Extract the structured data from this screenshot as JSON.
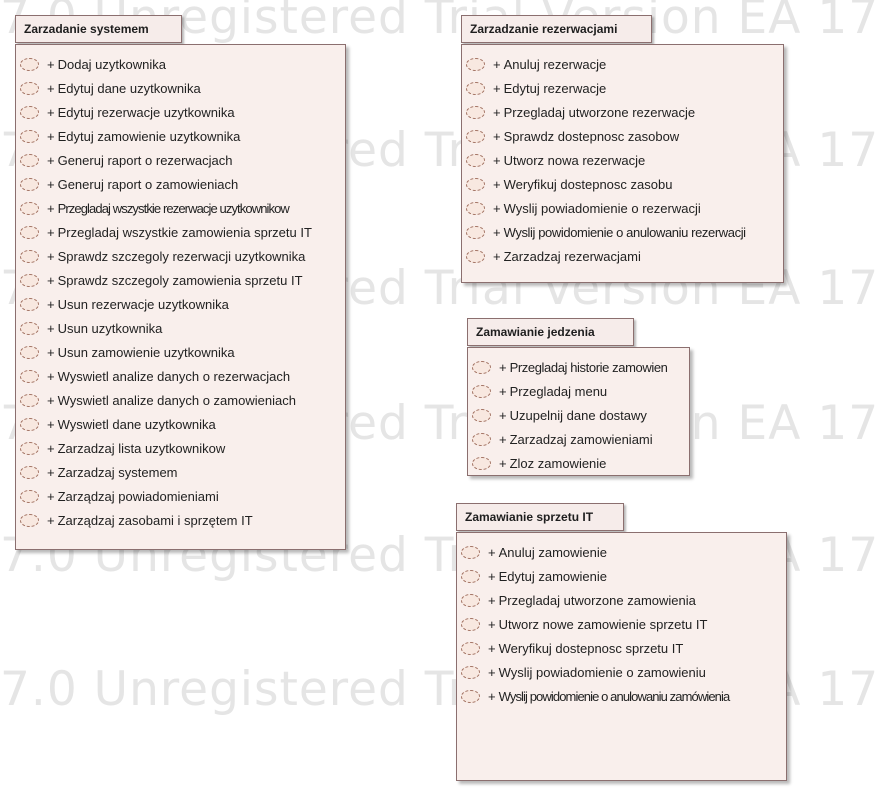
{
  "watermark": "7.0 Unregistered Trial Version EA 17",
  "packages": {
    "system": {
      "title": "Zarzadanie systemem",
      "items": [
        "Dodaj uzytkownika",
        "Edytuj dane uzytkownika",
        "Edytuj rezerwacje uzytkownika",
        "Edytuj zamowienie uzytkownika",
        "Generuj raport o rezerwacjach",
        "Generuj raport o zamowieniach",
        "Przegladaj wszystkie rezerwacje uzytkownikow",
        "Przegladaj wszystkie zamowienia sprzetu IT",
        "Sprawdz szczegoly rezerwacji uzytkownika",
        "Sprawdz szczegoly zamowienia sprzetu IT",
        "Usun rezerwacje uzytkownika",
        "Usun uzytkownika",
        "Usun zamowienie uzytkownika",
        "Wyswietl analize danych o rezerwacjach",
        "Wyswietl analize danych o zamowieniach",
        "Wyswietl dane uzytkownika",
        "Zarzadzaj lista uzytkownikow",
        "Zarzadzaj systemem",
        "Zarządzaj powiadomieniami",
        "Zarządzaj zasobami i sprzętem IT"
      ]
    },
    "reservations": {
      "title": "Zarzadzanie rezerwacjami",
      "items": [
        "Anuluj rezerwacje",
        "Edytuj rezerwacje",
        "Przegladaj utworzone rezerwacje",
        "Sprawdz dostepnosc zasobow",
        "Utworz nowa rezerwacje",
        "Weryfikuj dostepnosc zasobu",
        "Wyslij powiadomienie o rezerwacji",
        "Wyslij powidomienie o anulowaniu rezerwacji",
        "Zarzadzaj rezerwacjami"
      ]
    },
    "food": {
      "title": "Zamawianie jedzenia",
      "items": [
        "Przegladaj historie zamowien",
        "Przegladaj menu",
        "Uzupelnij dane dostawy",
        "Zarzadzaj zamowieniami",
        "Zloz zamowienie"
      ]
    },
    "it": {
      "title": "Zamawianie sprzetu IT",
      "items": [
        "Anuluj zamowienie",
        "Edytuj zamowienie",
        "Przegladaj utworzone zamowienia",
        "Utworz nowe zamowienie sprzetu IT",
        "Weryfikuj dostepnosc sprzetu IT",
        "Wyslij powiadomienie o zamowieniu",
        "Wyslij powidomienie o anulowaniu zamówienia"
      ]
    }
  },
  "visibility_marker": "+",
  "colors": {
    "package_fill": "#f9efec",
    "package_border": "#8b6f6f",
    "usecase_icon_border": "#a07060",
    "watermark": "#e5e5e5"
  }
}
